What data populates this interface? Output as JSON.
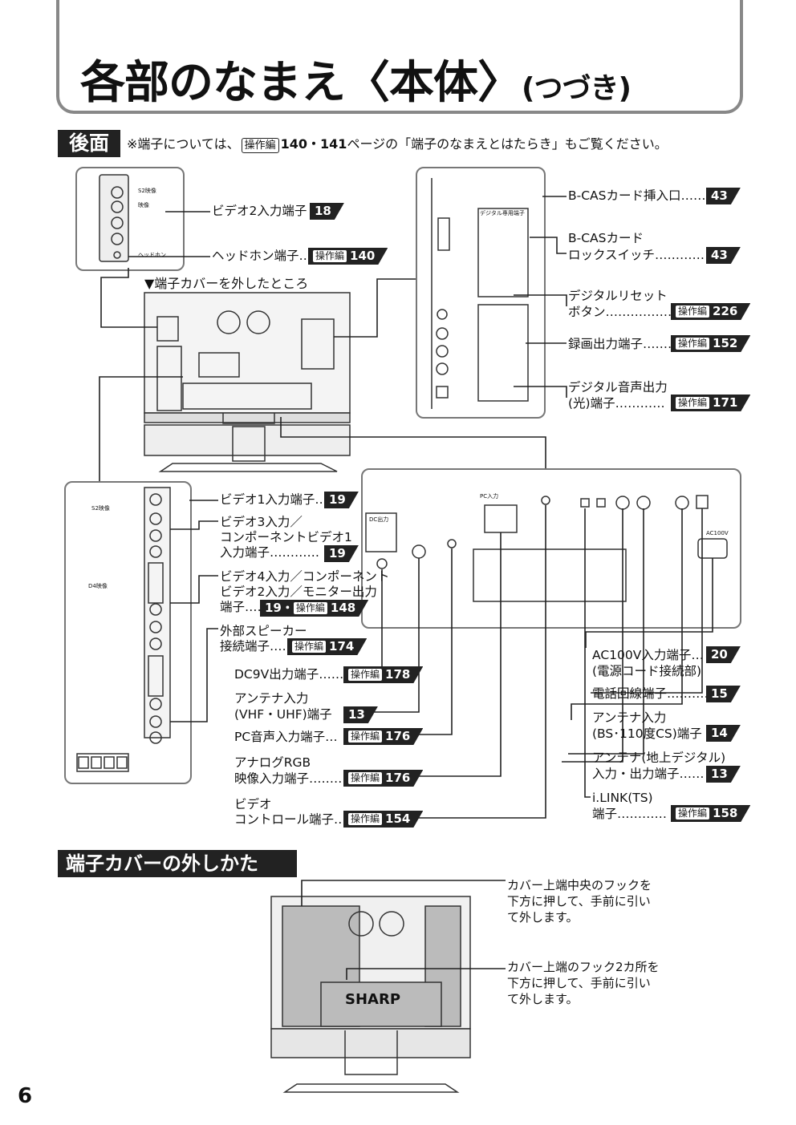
{
  "header": {
    "title_main": "各部のなまえ〈本体〉",
    "title_sub": "(つづき)"
  },
  "rear": {
    "section_title": "後面",
    "note_prefix": "※端子については、",
    "note_op": "操作編",
    "note_pages": "140・141",
    "note_suffix": "ページの「端子のなまえとはたらき」もご覧ください。",
    "cover_caption": "▼端子カバーを外したところ"
  },
  "op_tag": "操作編",
  "labels": {
    "video2": "ビデオ2入力端子",
    "headphone": "ヘッドホン端子…",
    "bcas_slot": "B-CASカード挿入口……",
    "bcas_lock_1": "B-CASカード",
    "bcas_lock_2": "ロックスイッチ…………",
    "reset_1": "デジタルリセット",
    "reset_2": "ボタン………………",
    "rec_out": "録画出力端子………",
    "optical_1": "デジタル音声出力",
    "optical_2": "(光)端子…………",
    "video1": "ビデオ1入力端子…",
    "video3_1": "ビデオ3入力／",
    "video3_2": "コンポーネントビデオ1",
    "video3_3": "入力端子…………",
    "video4_1": "ビデオ4入力／コンポーネント",
    "video4_2": "ビデオ2入力／モニター出力",
    "video4_3": "端子……",
    "speaker_1": "外部スピーカー",
    "speaker_2": "接続端子……",
    "dc9v": "DC9V出力端子……",
    "antenna_vhf_1": "アンテナ入力",
    "antenna_vhf_2": "(VHF・UHF)端子",
    "pc_audio": "PC音声入力端子…",
    "rgb_1": "アナログRGB",
    "rgb_2": "映像入力端子………",
    "vc_1": "ビデオ",
    "vc_2": "コントロール端子…",
    "ac_1": "AC100V入力端子…",
    "ac_2": "(電源コード接続部)",
    "phone": "電話回線端子…………",
    "bs_1": "アンテナ入力",
    "bs_2": "(BS･110度CS)端子",
    "terr_1": "アンテナ(地上デジタル)",
    "terr_2": "入力・出力端子……",
    "ilink_1": "i.LINK(TS)",
    "ilink_2": "端子…………"
  },
  "pages": {
    "video2": "18",
    "headphone": "140",
    "bcas_slot": "43",
    "bcas_lock": "43",
    "reset": "226",
    "rec_out": "152",
    "optical": "171",
    "video1": "19",
    "video3": "19",
    "video4": "148",
    "video4_pre": "19・",
    "speaker": "174",
    "dc9v": "178",
    "antenna_vhf": "13",
    "pc_audio": "176",
    "rgb": "176",
    "vc": "154",
    "ac": "20",
    "phone": "15",
    "bs": "14",
    "terr": "13",
    "ilink": "158"
  },
  "cover": {
    "section_title": "端子カバーの外しかた",
    "note1": [
      "カバー上端中央のフックを",
      "下方に押して、手前に引い",
      "て外します。"
    ],
    "note2": [
      "カバー上端のフック2カ所を",
      "下方に押して、手前に引い",
      "て外します。"
    ],
    "brand": "SHARP"
  },
  "page_number": "6"
}
